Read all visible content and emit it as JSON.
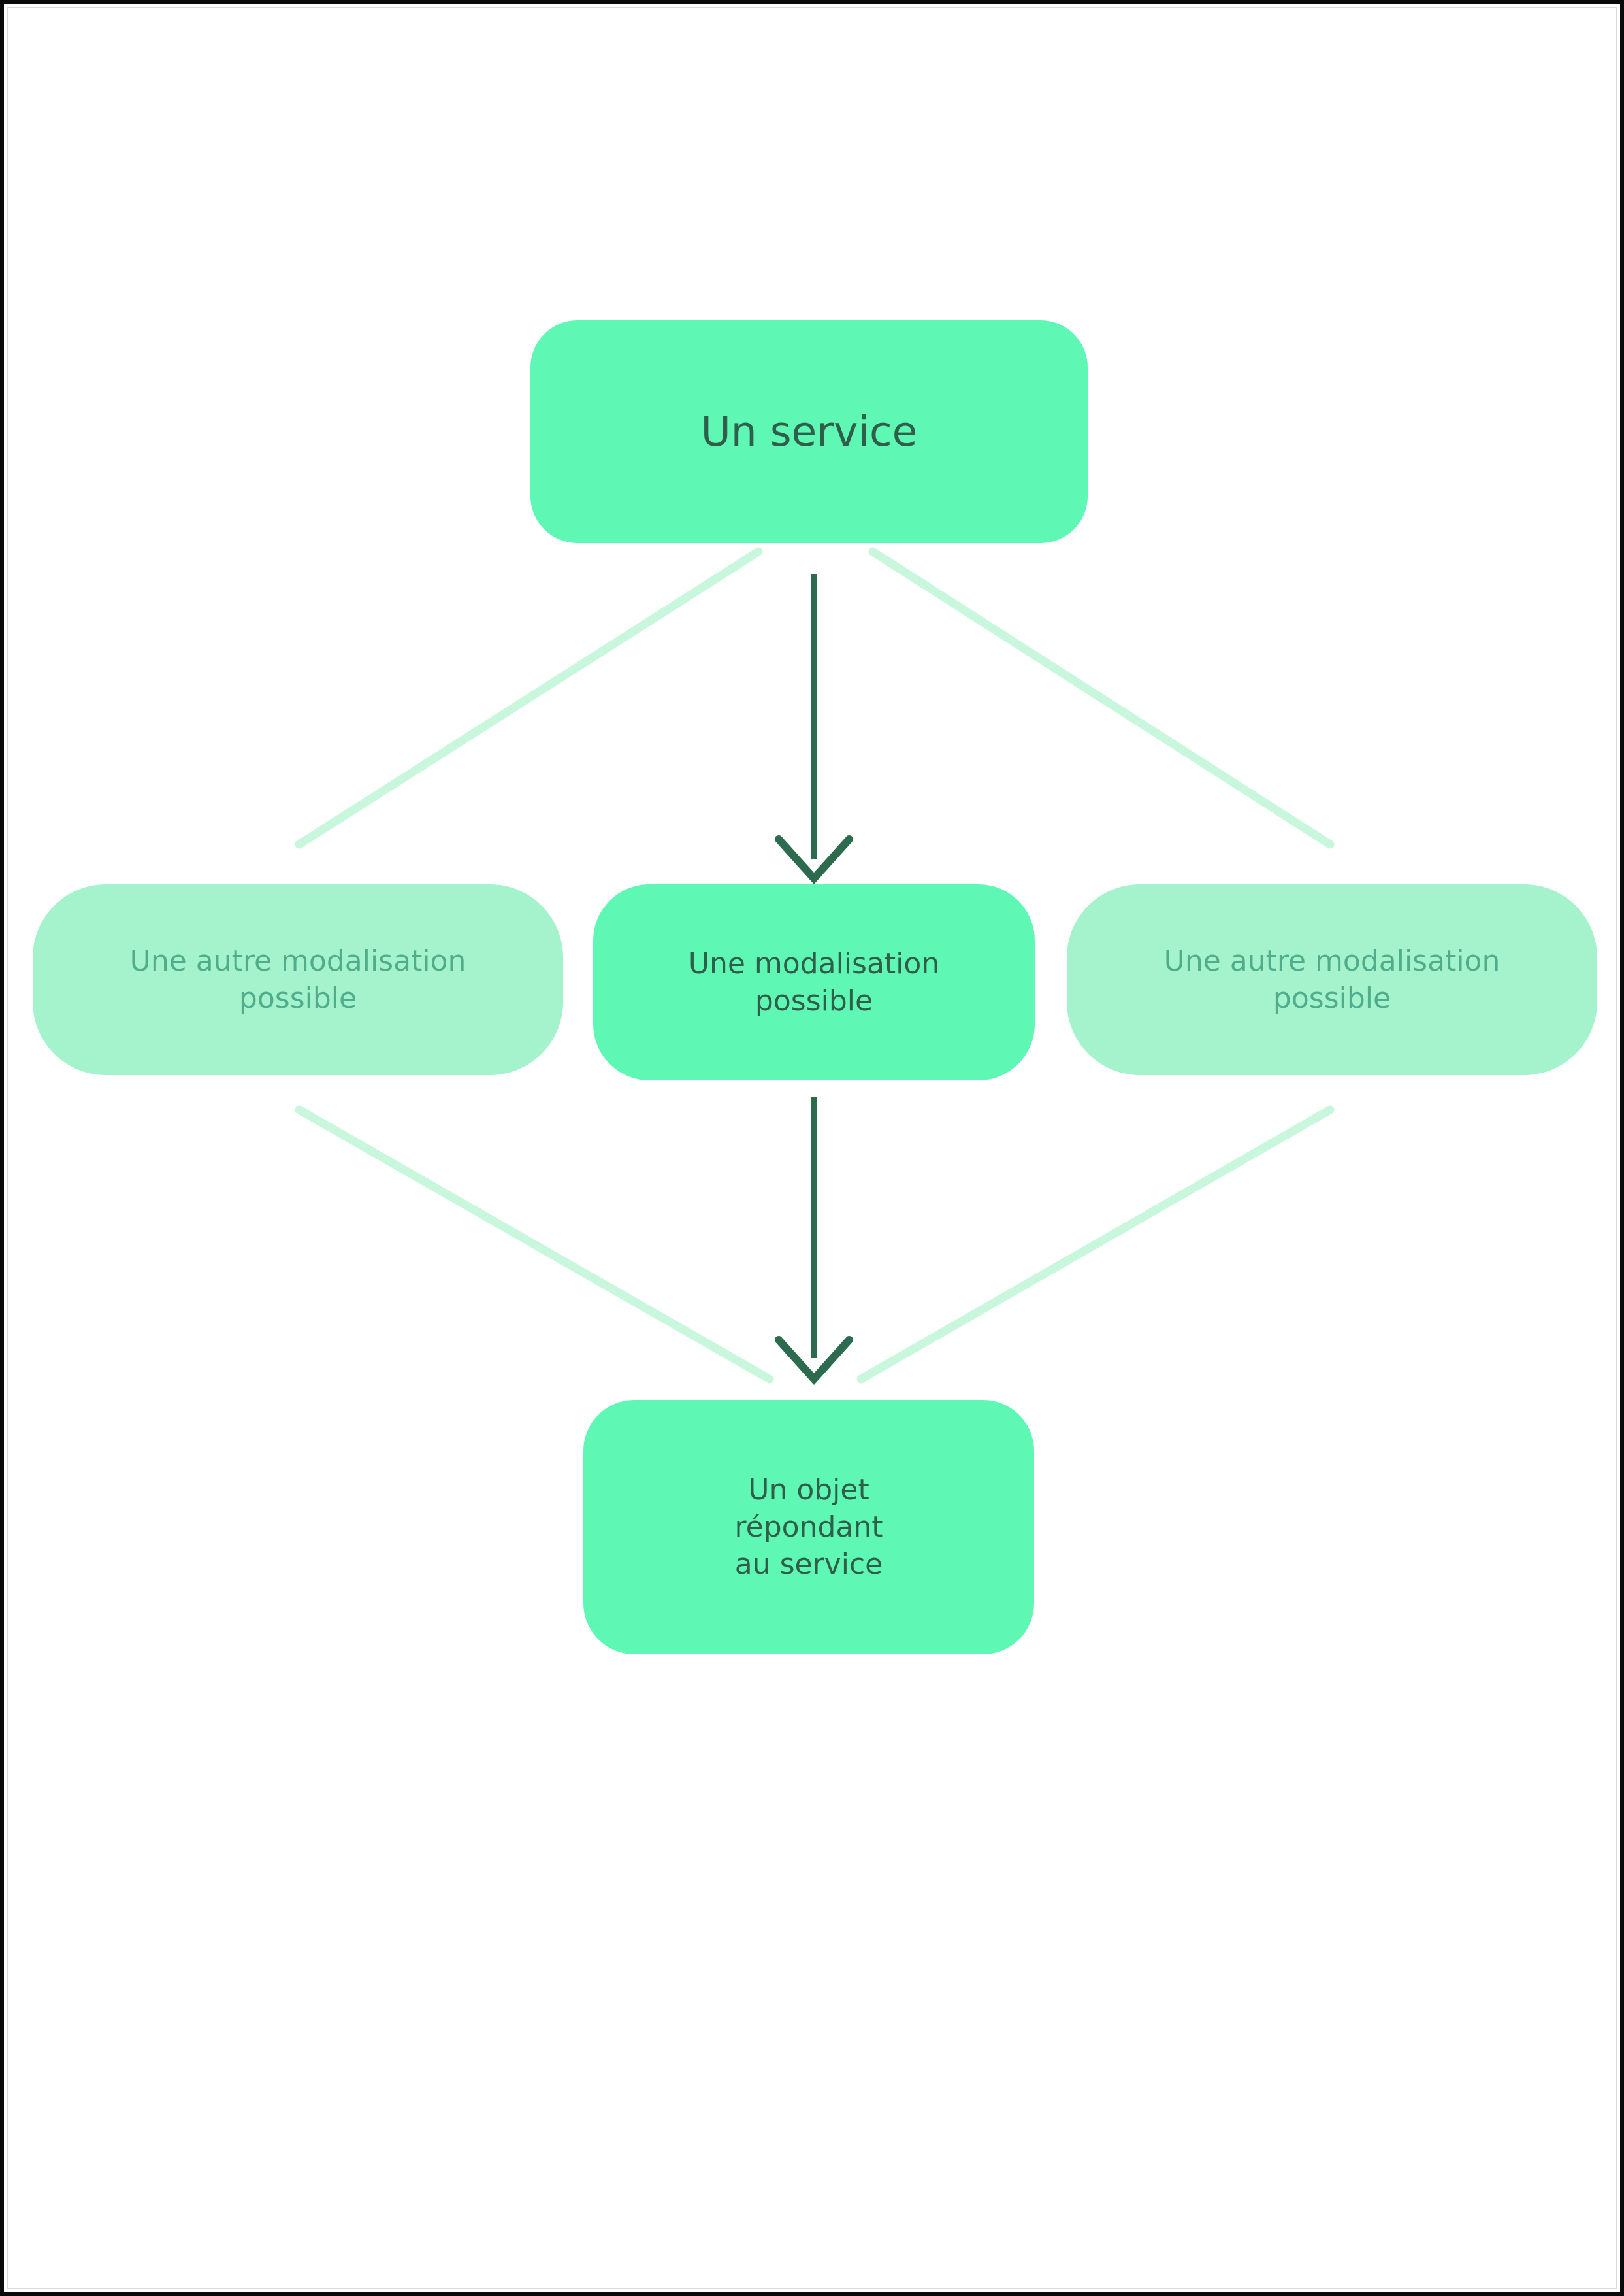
{
  "page": {
    "background_color": "#ffffff",
    "border_color": "#0a0a0a",
    "inner_rule_color": "#d8dade"
  },
  "palette": {
    "node_primary_fill": "#5FF7B4",
    "node_secondary_fill": "#A5F3CC",
    "text_dark": "#2F5F4B",
    "text_muted": "#4FAD8C",
    "arrow_primary": "#2D6B4F",
    "arrow_secondary": "#C8F7DE"
  },
  "diagram": {
    "type": "flow",
    "nodes": [
      {
        "id": "service",
        "label": "Un service",
        "role": "top",
        "emphasis": "primary"
      },
      {
        "id": "modalite-gauche",
        "label": "Une autre modalisation\npossible",
        "role": "middle-left",
        "emphasis": "secondary"
      },
      {
        "id": "modalite-centre",
        "label": "Une modalisation\npossible",
        "role": "middle-center",
        "emphasis": "primary"
      },
      {
        "id": "modalite-droite",
        "label": "Une autre modalisation\npossible",
        "role": "middle-right",
        "emphasis": "secondary"
      },
      {
        "id": "objet",
        "label": "Un objet\nrépondant\nau service",
        "role": "bottom",
        "emphasis": "primary"
      }
    ],
    "edges": [
      {
        "id": "service-to-centre",
        "from": "service",
        "to": "modalite-centre",
        "style": "primary",
        "arrowhead": true
      },
      {
        "id": "service-to-gauche",
        "from": "service",
        "to": "modalite-gauche",
        "style": "secondary",
        "arrowhead": false
      },
      {
        "id": "service-to-droite",
        "from": "service",
        "to": "modalite-droite",
        "style": "secondary",
        "arrowhead": false
      },
      {
        "id": "centre-to-objet",
        "from": "modalite-centre",
        "to": "objet",
        "style": "primary",
        "arrowhead": true
      },
      {
        "id": "gauche-to-objet",
        "from": "modalite-gauche",
        "to": "objet",
        "style": "secondary",
        "arrowhead": false
      },
      {
        "id": "droite-to-objet",
        "from": "modalite-droite",
        "to": "objet",
        "style": "secondary",
        "arrowhead": false
      }
    ]
  }
}
